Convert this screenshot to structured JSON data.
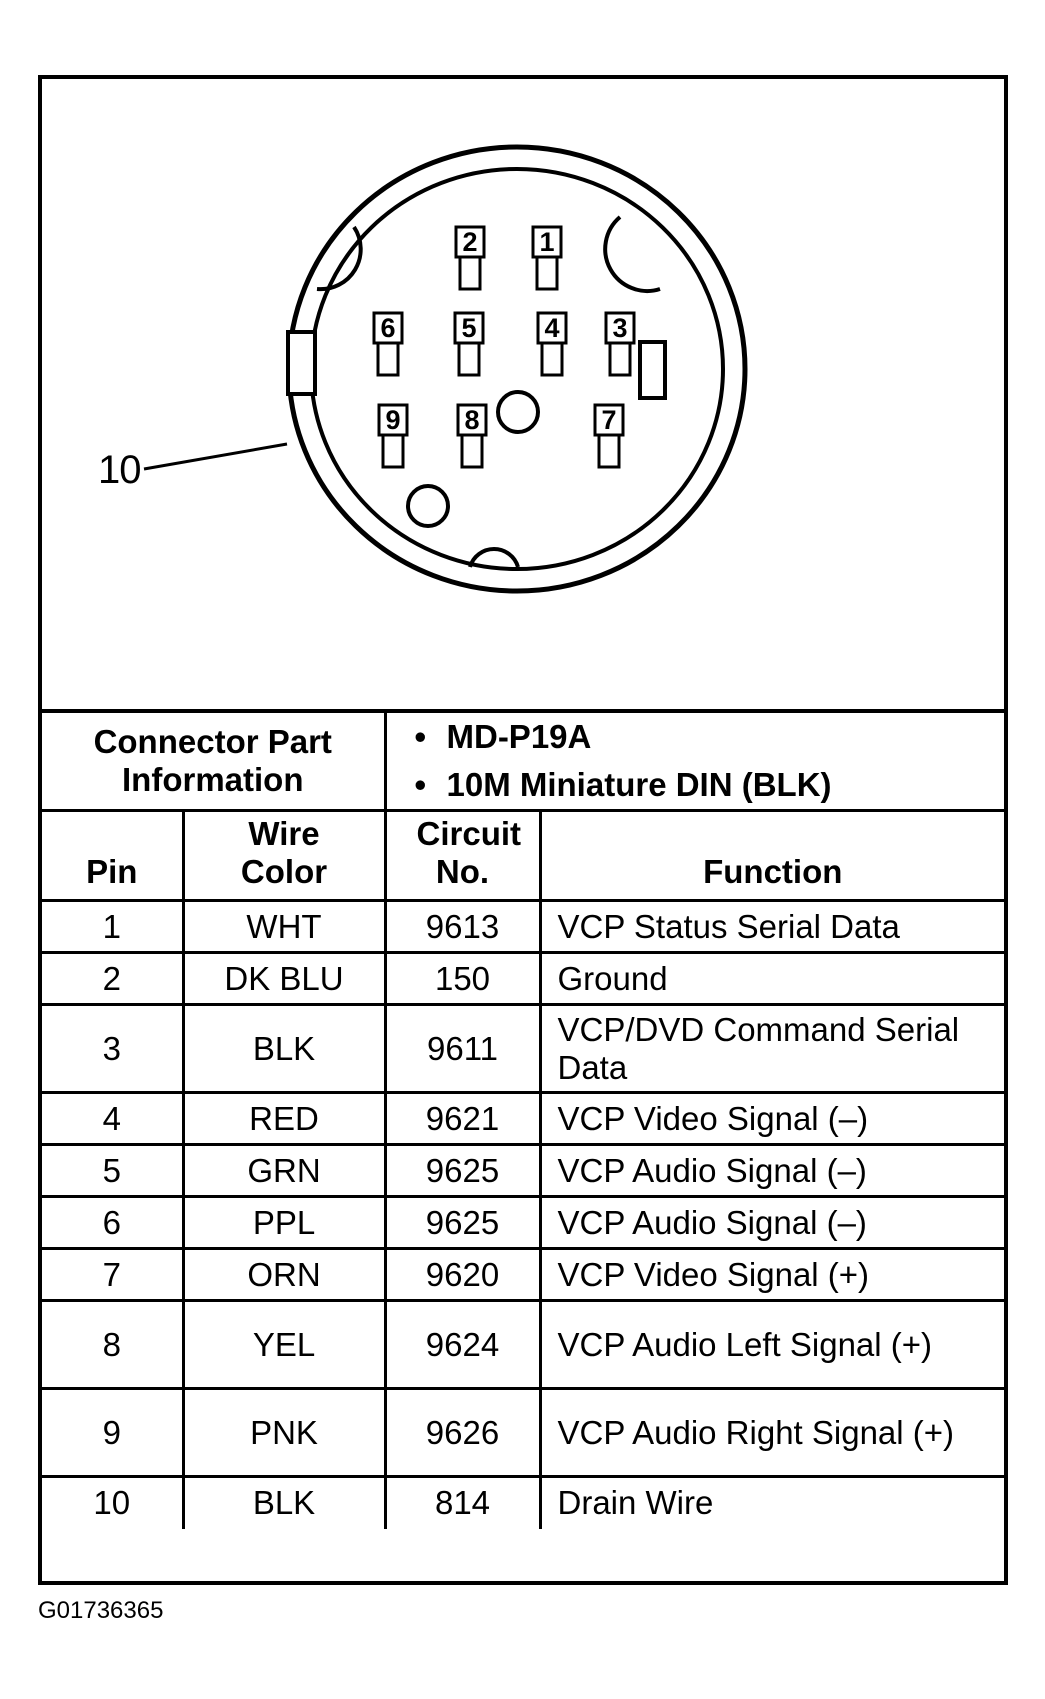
{
  "connector": {
    "callout_number": "10",
    "pins": [
      "1",
      "2",
      "3",
      "4",
      "5",
      "6",
      "7",
      "8",
      "9"
    ]
  },
  "info": {
    "label": "Connector Part Information",
    "items": [
      "MD-P19A",
      "10M Miniature DIN (BLK)"
    ]
  },
  "columns": {
    "pin": "Pin",
    "wire_color": "Wire Color",
    "circuit": "Circuit No.",
    "function": "Function"
  },
  "rows": [
    {
      "pin": "1",
      "color": "WHT",
      "circuit": "9613",
      "function": "VCP Status Serial Data"
    },
    {
      "pin": "2",
      "color": "DK BLU",
      "circuit": "150",
      "function": "Ground"
    },
    {
      "pin": "3",
      "color": "BLK",
      "circuit": "9611",
      "function": "VCP/DVD Command Serial Data"
    },
    {
      "pin": "4",
      "color": "RED",
      "circuit": "9621",
      "function": "VCP Video Signal (–)"
    },
    {
      "pin": "5",
      "color": "GRN",
      "circuit": "9625",
      "function": "VCP Audio Signal (–)"
    },
    {
      "pin": "6",
      "color": "PPL",
      "circuit": "9625",
      "function": "VCP Audio Signal (–)"
    },
    {
      "pin": "7",
      "color": "ORN",
      "circuit": "9620",
      "function": "VCP Video Signal (+)"
    },
    {
      "pin": "8",
      "color": "YEL",
      "circuit": "9624",
      "function": "VCP Audio Left Signal (+)"
    },
    {
      "pin": "9",
      "color": "PNK",
      "circuit": "9626",
      "function": "VCP Audio Right Signal (+)"
    },
    {
      "pin": "10",
      "color": "BLK",
      "circuit": "814",
      "function": "Drain Wire"
    }
  ],
  "footer": {
    "figure_id": "G01736365"
  }
}
